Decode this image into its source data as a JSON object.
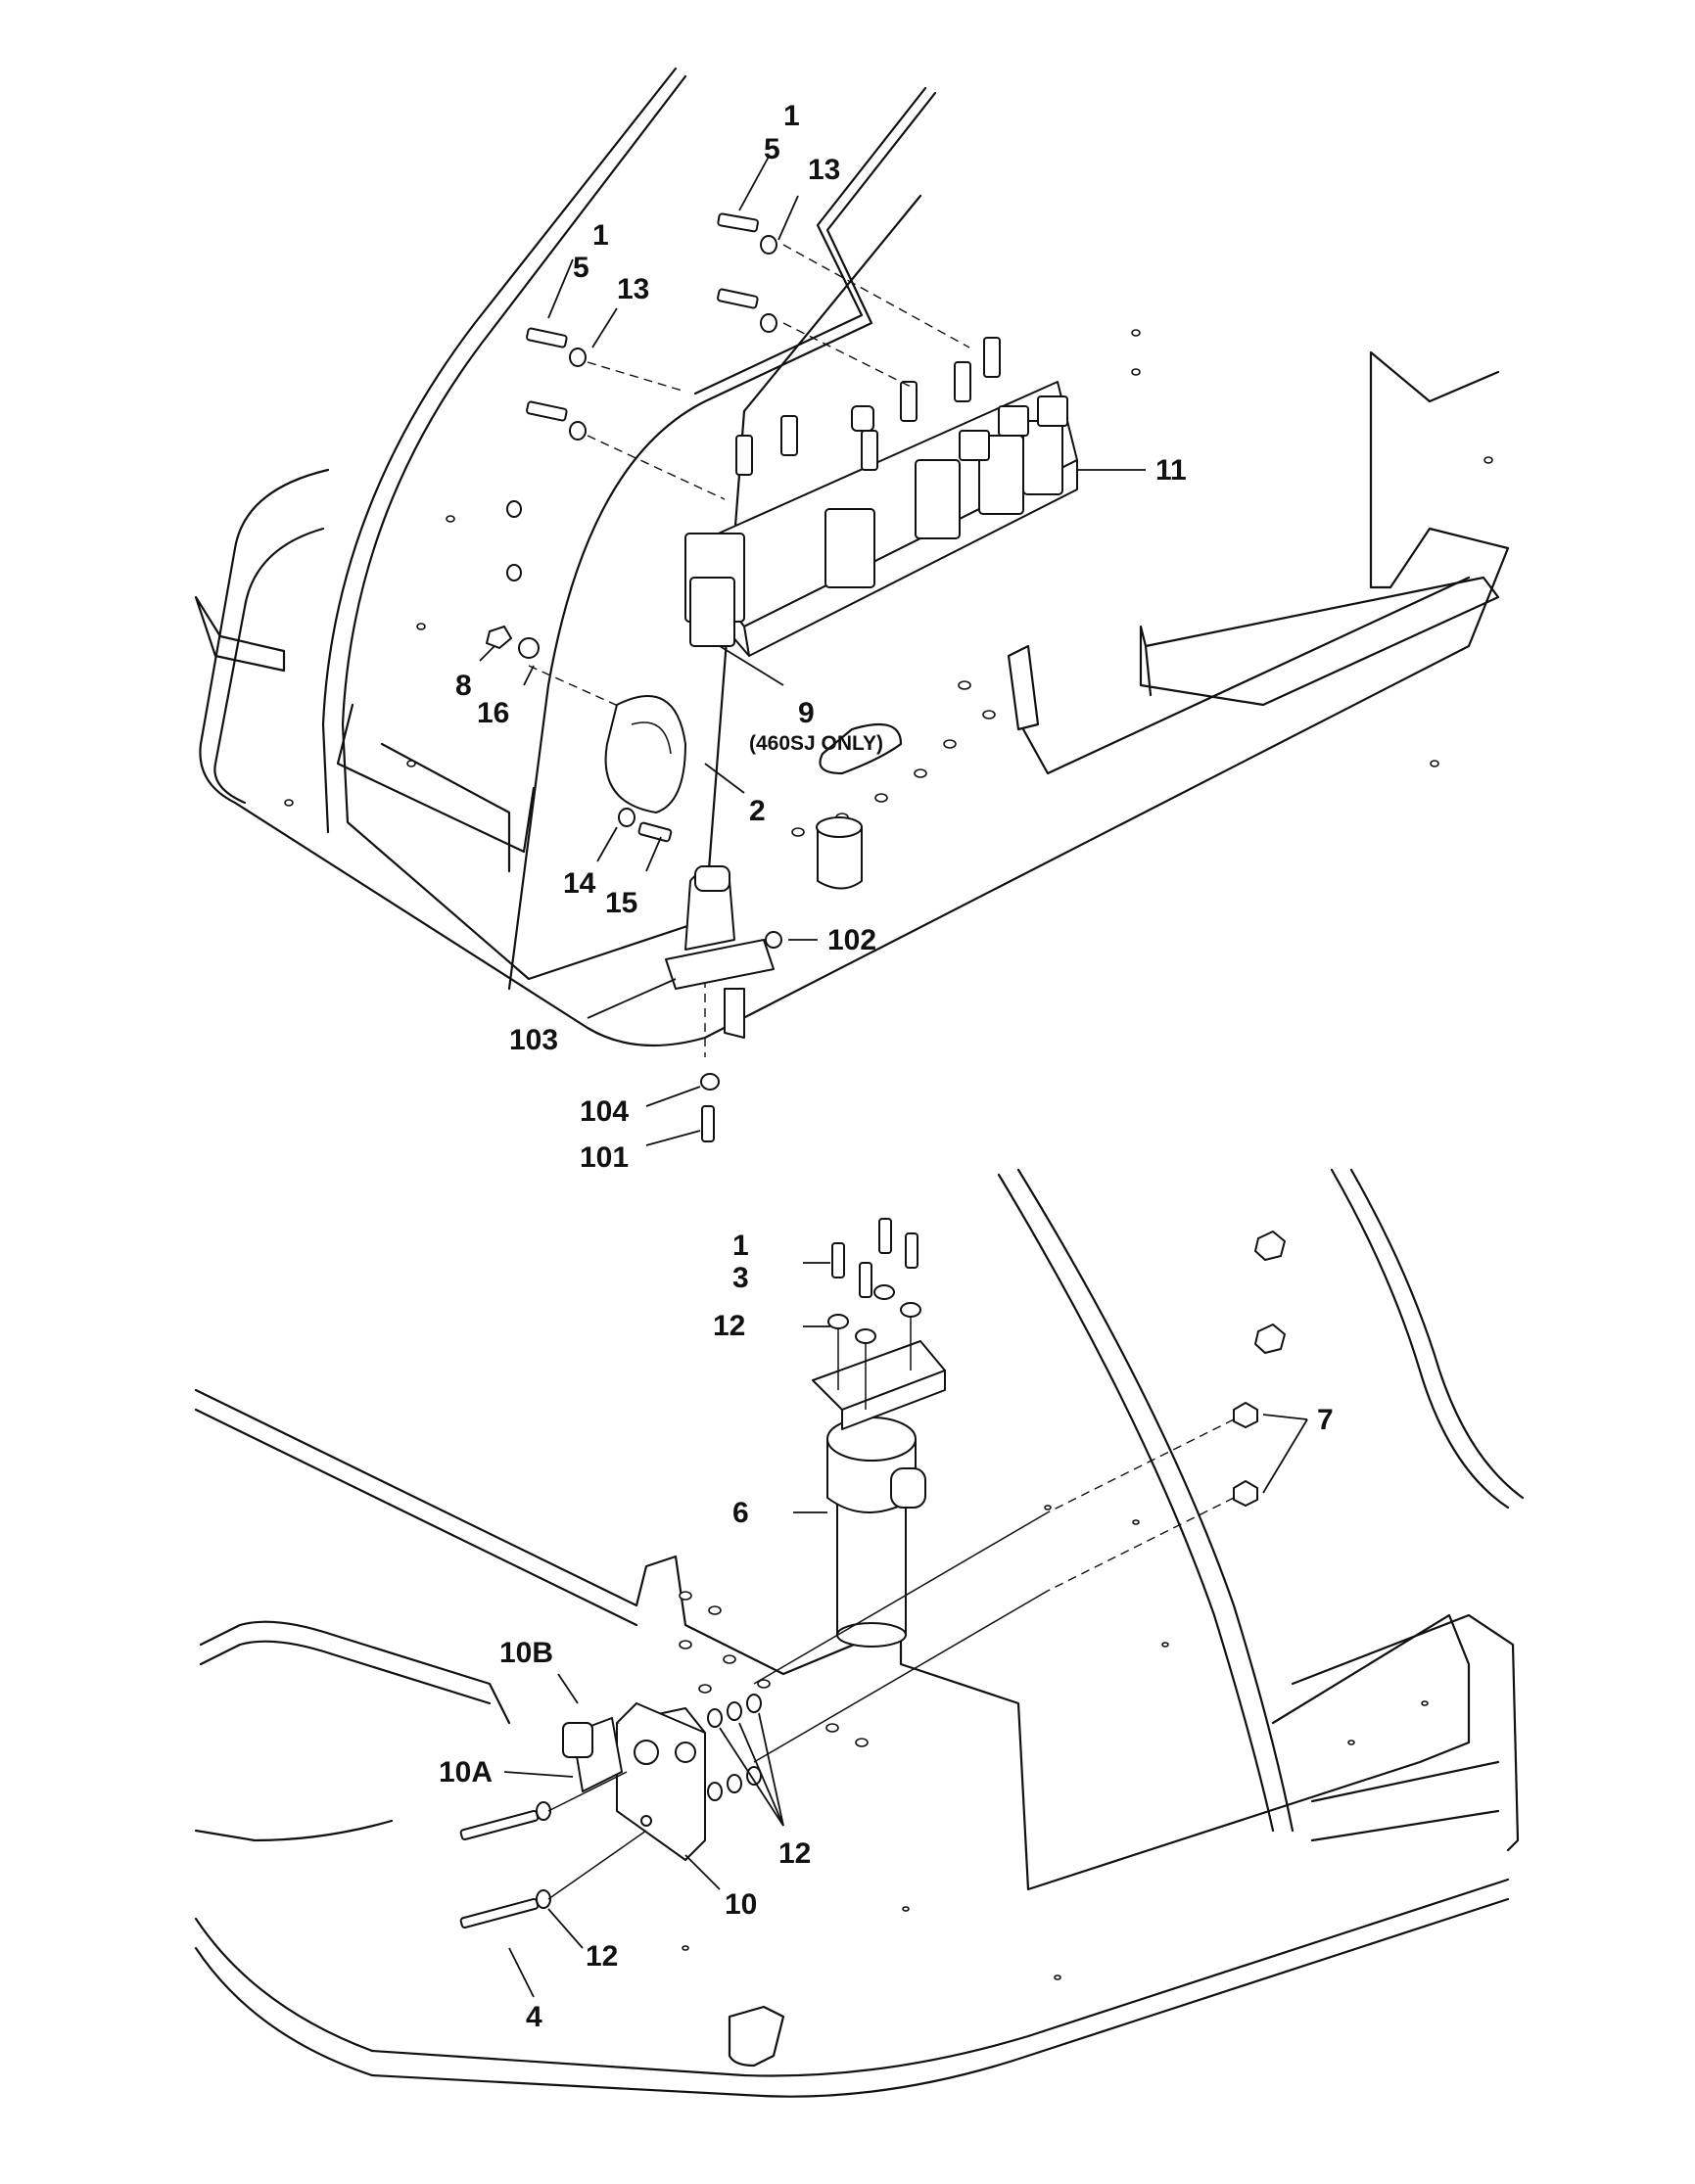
{
  "upper_view": {
    "callouts": {
      "c1a": "1",
      "c5a": "5",
      "c13a": "13",
      "c1b": "1",
      "c5b": "5",
      "c13b": "13",
      "c11": "11",
      "c9": "9",
      "c9_note": "(460SJ ONLY)",
      "c8": "8",
      "c16": "16",
      "c2": "2",
      "c14": "14",
      "c15": "15",
      "c102": "102",
      "c103": "103",
      "c104": "104",
      "c101": "101"
    }
  },
  "lower_view": {
    "callouts": {
      "c1": "1",
      "c3": "3",
      "c12a": "12",
      "c7": "7",
      "c6": "6",
      "c10b": "10B",
      "c10a": "10A",
      "c12b": "12",
      "c10": "10",
      "c12c": "12",
      "c4": "4"
    }
  }
}
